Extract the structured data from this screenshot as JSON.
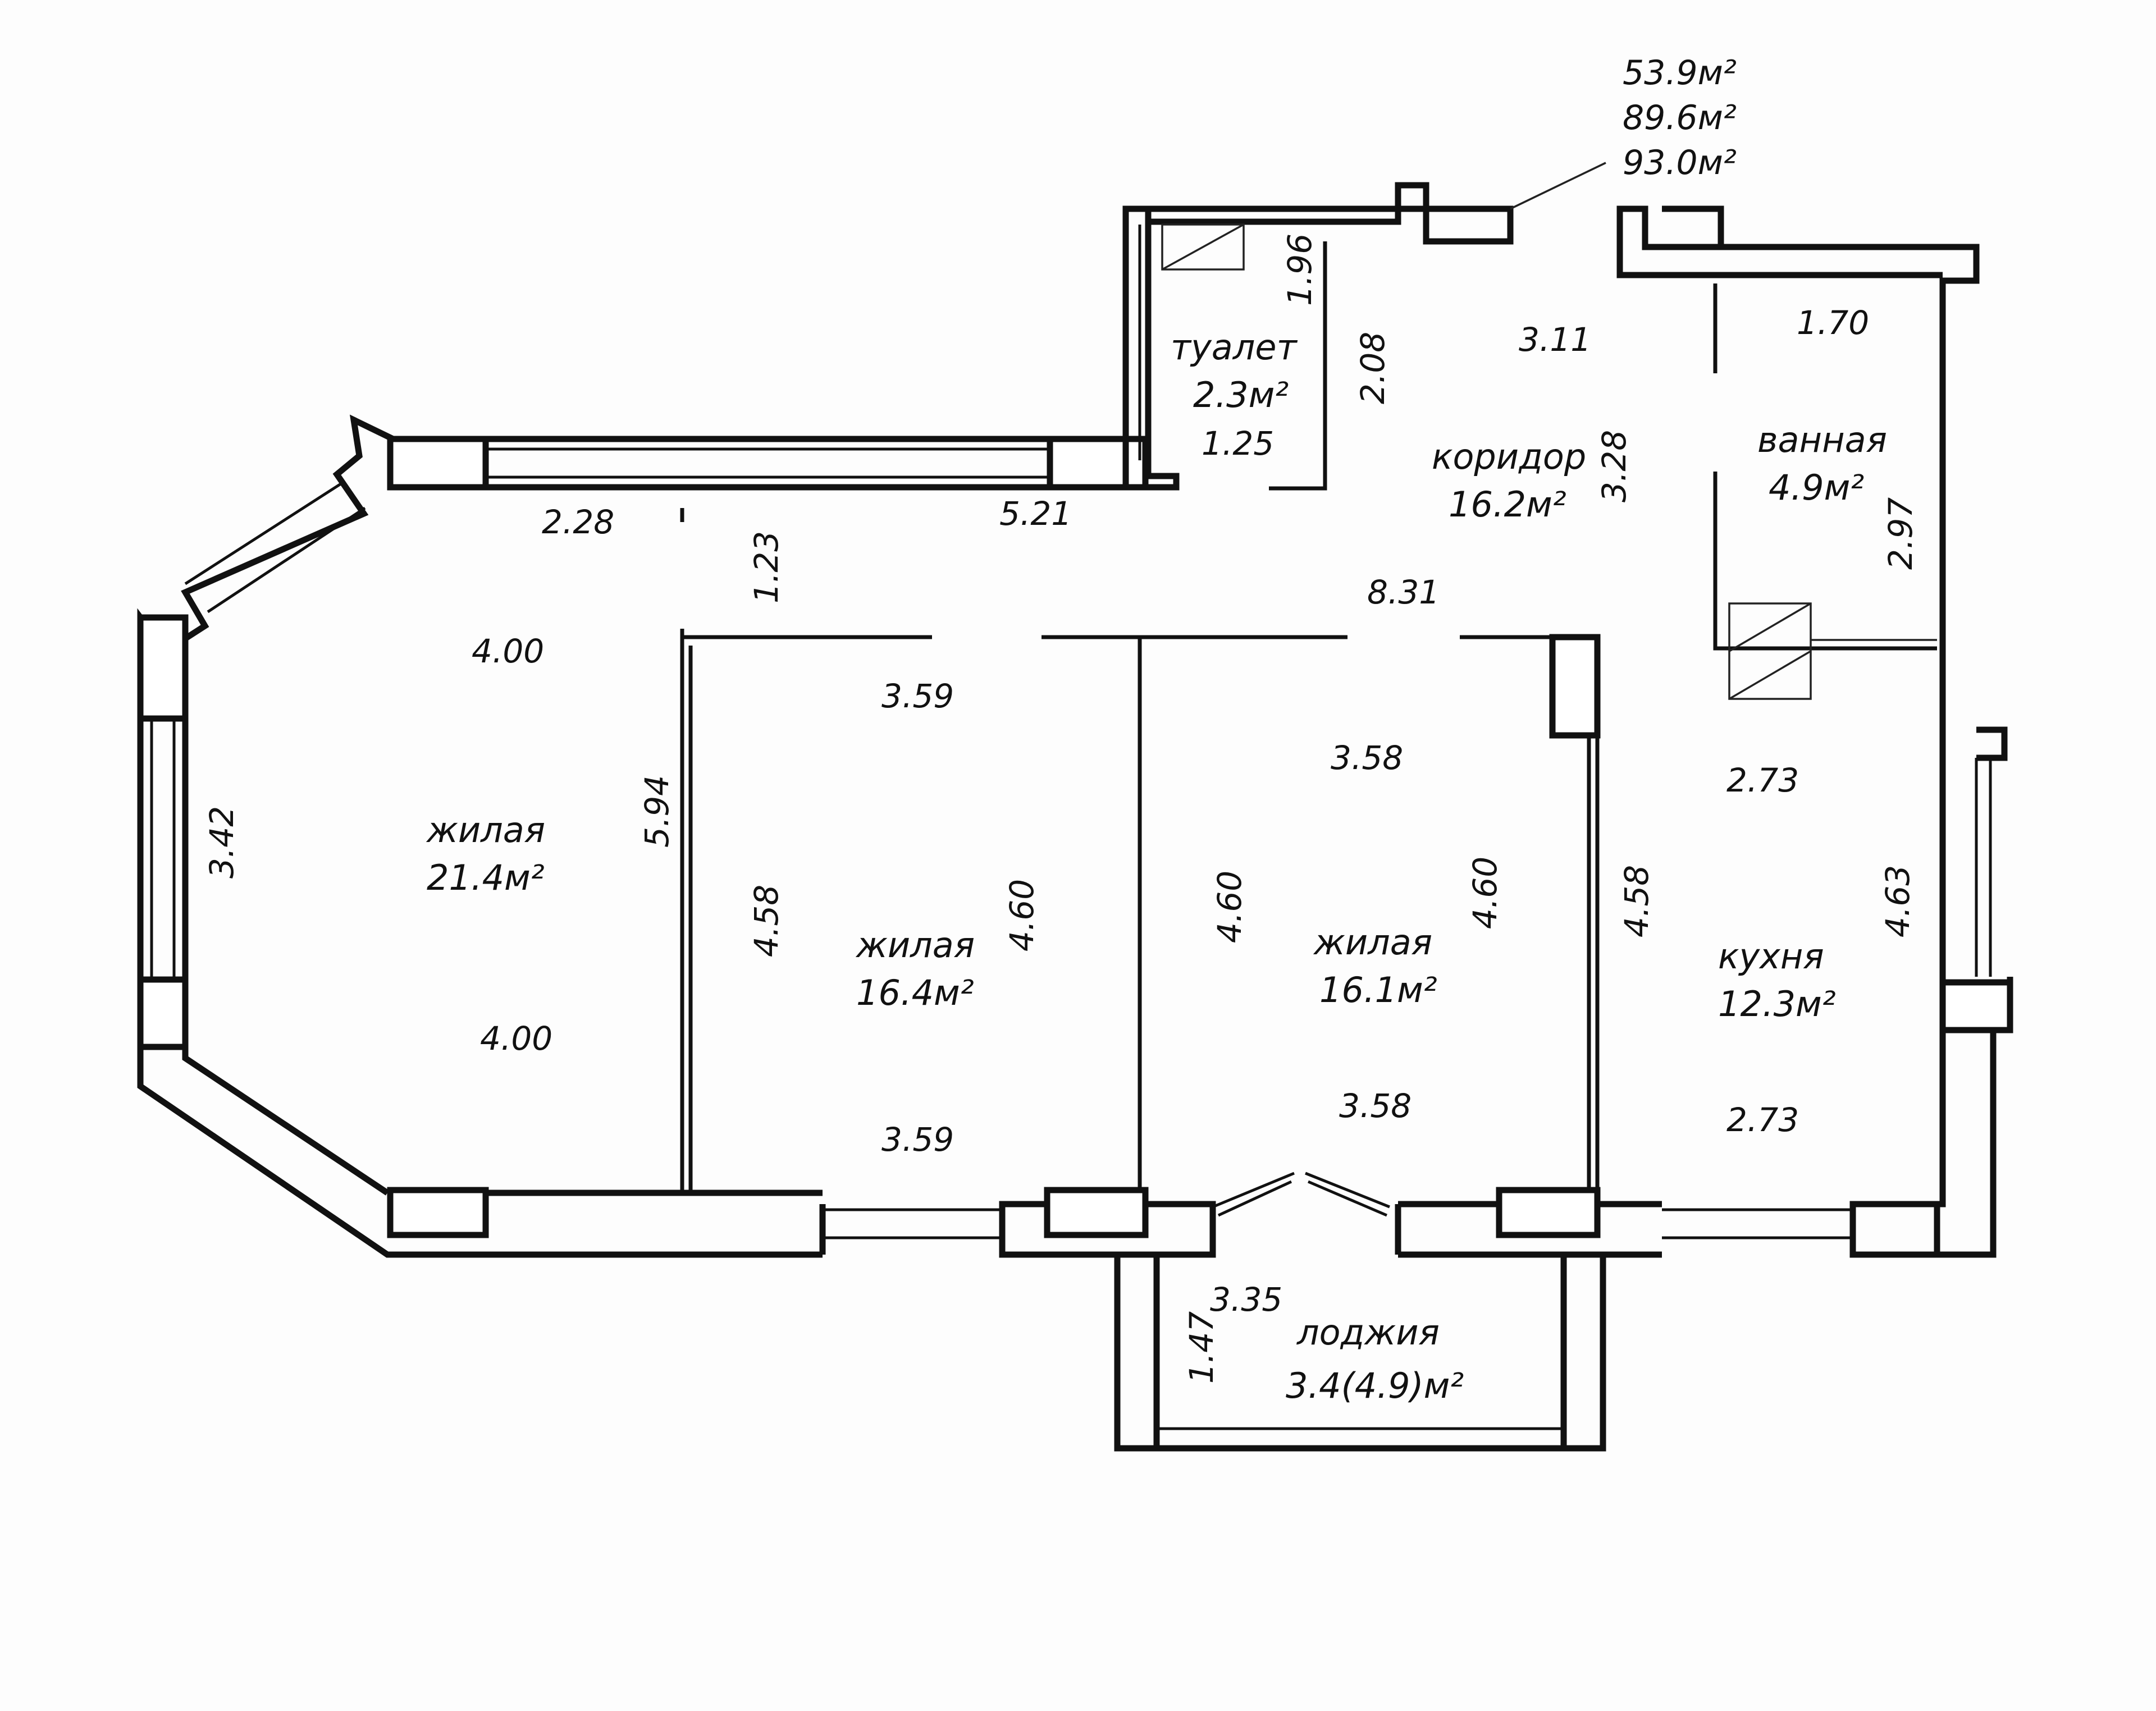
{
  "totals": {
    "living": "53.9м²",
    "total": "89.6м²",
    "with_loggia": "93.0м²"
  },
  "rooms": {
    "toilet": {
      "name": "туалет",
      "area": "2.3м²"
    },
    "corridor": {
      "name": "коридор",
      "area": "16.2м²"
    },
    "bathroom": {
      "name": "ванная",
      "area": "4.9м²"
    },
    "living1": {
      "name": "жилая",
      "area": "21.4м²"
    },
    "living2": {
      "name": "жилая",
      "area": "16.4м²"
    },
    "living3": {
      "name": "жилая",
      "area": "16.1м²"
    },
    "kitchen": {
      "name": "кухня",
      "area": "12.3м²"
    },
    "loggia": {
      "name": "лоджия",
      "area": "3.4(4.9)м²"
    }
  },
  "dimensions": {
    "toilet_height": "1.96",
    "toilet_width": "1.25",
    "toilet_right": "2.08",
    "corridor_top": "3.11",
    "corridor_right": "3.28",
    "corridor_bottom": "8.31",
    "corridor_left_bottom": "5.21",
    "corridor_left_top": "2.28",
    "corridor_mid": "1.23",
    "bath_top": "1.70",
    "bath_right": "2.97",
    "living1_top": "4.00",
    "living1_bottom": "4.00",
    "living1_left": "3.42",
    "living1_right": "5.94",
    "living2_top": "3.59",
    "living2_bottom": "3.59",
    "living2_left": "4.58",
    "living2_right": "4.60",
    "living3_top": "3.58",
    "living3_bottom": "3.58",
    "living3_left": "4.60",
    "living3_right": "4.60",
    "kitchen_top": "2.73",
    "kitchen_bottom": "2.73",
    "kitchen_left": "4.58",
    "kitchen_right": "4.63",
    "loggia_width": "3.35",
    "loggia_depth": "1.47"
  }
}
